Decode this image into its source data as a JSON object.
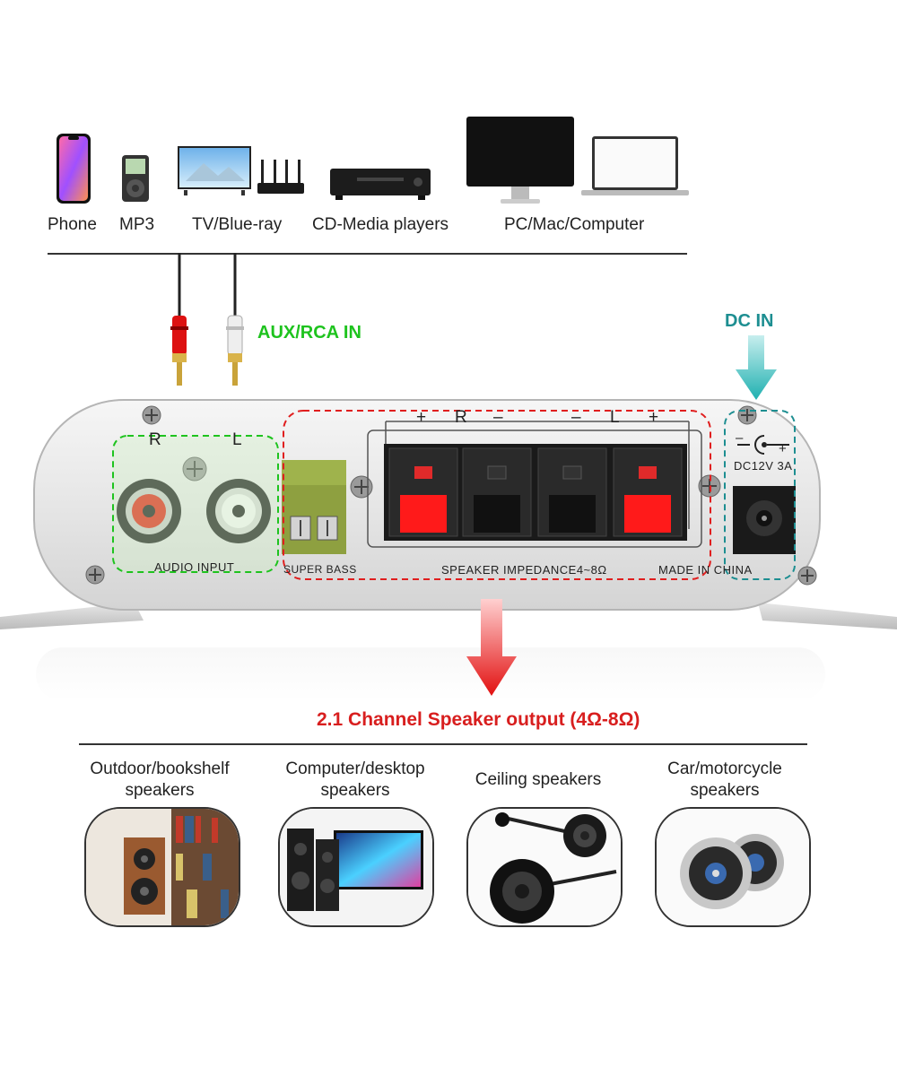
{
  "sources": {
    "phone": "Phone",
    "mp3": "MP3",
    "tv": "TV/Blue-ray",
    "cd": "CD-Media players",
    "pc": "PC/Mac/Computer"
  },
  "callouts": {
    "aux_in": "AUX/RCA IN",
    "dc_in": "DC IN",
    "speaker_output": "2.1 Channel Speaker output (4Ω-8Ω)"
  },
  "panel": {
    "rca_r": "R",
    "rca_l": "L",
    "audio_input": "AUDIO INPUT",
    "super_bass": "SUPER BASS",
    "term_plus_r": "+",
    "term_r": "R",
    "term_minus_r": "–",
    "term_minus_l": "–",
    "term_l": "L",
    "term_plus_l": "+",
    "impedance": "SPEAKER IMPEDANCE4~8Ω",
    "made_in": "MADE IN CHINA",
    "dc_spec": "DC12V 3A",
    "dc_minus": "–",
    "dc_plus": "+"
  },
  "speakers": {
    "outdoor_line1": "Outdoor/bookshelf",
    "outdoor_line2": "speakers",
    "computer_line1": "Computer/desktop",
    "computer_line2": "speakers",
    "ceiling": "Ceiling speakers",
    "car_line1": "Car/motorcycle",
    "car_line2": "speakers"
  },
  "colors": {
    "aux_green": "#1ec31e",
    "dc_teal": "#1d8e91",
    "output_red": "#d81e1e"
  }
}
